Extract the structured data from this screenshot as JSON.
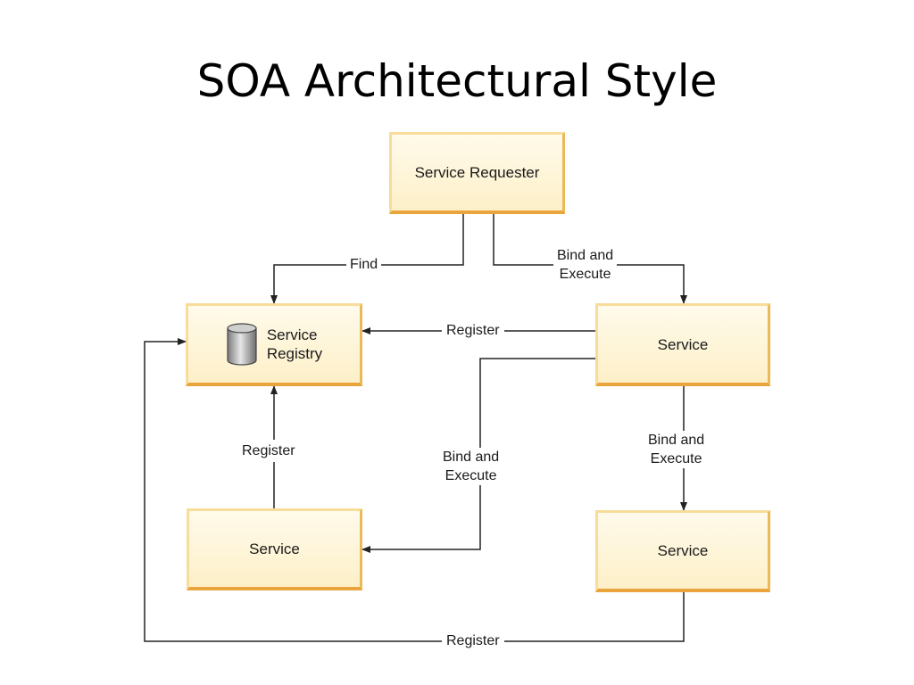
{
  "title": "SOA Architectural Style",
  "nodes": {
    "service_requester": "Service Requester",
    "service_registry": "Service\nRegistry",
    "service_right": "Service",
    "service_bottom_left": "Service",
    "service_bottom_right": "Service"
  },
  "icons": {
    "registry": "database-icon"
  },
  "edges": {
    "find": "Find",
    "bind_execute_top": "Bind and\nExecute",
    "register_right": "Register",
    "register_bottom_left": "Register",
    "bind_execute_middle": "Bind and\nExecute",
    "bind_execute_right": "Bind and\nExecute",
    "register_bottom": "Register"
  },
  "colors": {
    "box_fill": "#fdf0c8",
    "box_border": "#e9a43b",
    "line": "#222222"
  }
}
